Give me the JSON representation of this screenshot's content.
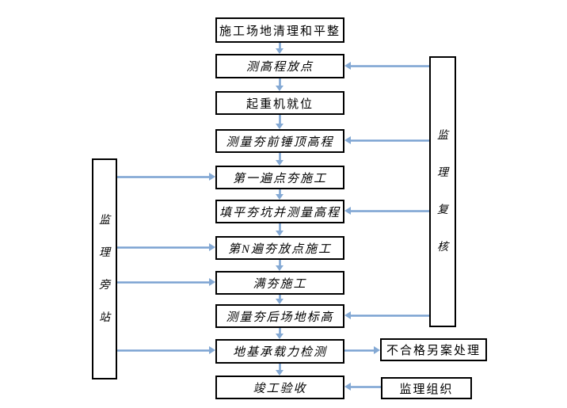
{
  "diagram": {
    "type": "flowchart",
    "background_color": "#ffffff",
    "box_border_color": "#000000",
    "arrow_color": "#84a9d4",
    "main_flow": [
      {
        "label": "施工场地清理和平整"
      },
      {
        "label": "测高程放点"
      },
      {
        "label": "起重机就位"
      },
      {
        "label": "测量夯前锤顶高程"
      },
      {
        "label": "第一遍点夯施工"
      },
      {
        "label": "填平夯坑并测量高程"
      },
      {
        "label": "第N遍夯放点施工"
      },
      {
        "label": "满夯施工"
      },
      {
        "label": "测量夯后场地标高"
      },
      {
        "label": "地基承载力检测"
      },
      {
        "label": "竣工验收"
      }
    ],
    "side_left": {
      "label": "监理旁站"
    },
    "side_right": {
      "label": "监理复核"
    },
    "branch_fail": {
      "label": "不合格另案处理"
    },
    "branch_org": {
      "label": "监理组织"
    },
    "edges": [
      {
        "from": "施工场地清理和平整",
        "to": "测高程放点"
      },
      {
        "from": "测高程放点",
        "to": "起重机就位"
      },
      {
        "from": "起重机就位",
        "to": "测量夯前锤顶高程"
      },
      {
        "from": "测量夯前锤顶高程",
        "to": "第一遍点夯施工"
      },
      {
        "from": "第一遍点夯施工",
        "to": "填平夯坑并测量高程"
      },
      {
        "from": "填平夯坑并测量高程",
        "to": "第N遍夯放点施工"
      },
      {
        "from": "第N遍夯放点施工",
        "to": "满夯施工"
      },
      {
        "from": "满夯施工",
        "to": "测量夯后场地标高"
      },
      {
        "from": "测量夯后场地标高",
        "to": "地基承载力检测"
      },
      {
        "from": "地基承载力检测",
        "to": "竣工验收"
      },
      {
        "from": "监理旁站",
        "to": "第一遍点夯施工"
      },
      {
        "from": "监理旁站",
        "to": "第N遍夯放点施工"
      },
      {
        "from": "监理旁站",
        "to": "满夯施工"
      },
      {
        "from": "监理旁站",
        "to": "地基承载力检测"
      },
      {
        "from": "监理复核",
        "to": "测高程放点"
      },
      {
        "from": "监理复核",
        "to": "测量夯前锤顶高程"
      },
      {
        "from": "监理复核",
        "to": "填平夯坑并测量高程"
      },
      {
        "from": "监理复核",
        "to": "测量夯后场地标高"
      },
      {
        "from": "地基承载力检测",
        "to": "不合格另案处理"
      },
      {
        "from": "监理组织",
        "to": "竣工验收"
      }
    ]
  }
}
